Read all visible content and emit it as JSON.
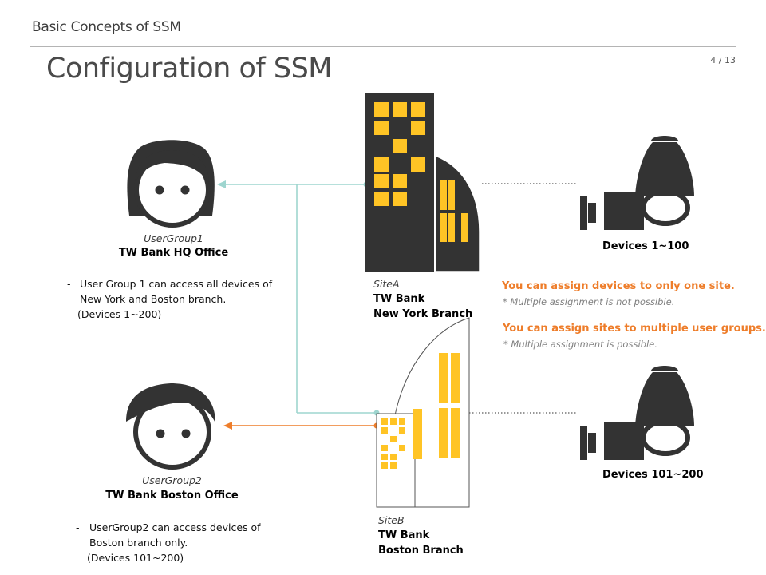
{
  "header": {
    "section": "Basic Concepts of SSM",
    "title": "Configuration of SSM",
    "page": "4 / 13"
  },
  "user_group_1": {
    "group": "UserGroup1",
    "name": "TW Bank HQ Office",
    "desc_line1": "User Group 1 can access all devices of",
    "desc_line2": "New York and Boston branch.",
    "desc_line3": "(Devices 1~200)"
  },
  "user_group_2": {
    "group": "UserGroup2",
    "name": "TW Bank Boston Office",
    "desc_line1": "UserGroup2  can access devices of",
    "desc_line2": "Boston branch  only.",
    "desc_line3": "(Devices 101~200)"
  },
  "site_a": {
    "site": "SiteA",
    "bank": "TW Bank",
    "branch": "New York Branch"
  },
  "site_b": {
    "site": "SiteB",
    "bank": "TW Bank",
    "branch": "Boston Branch"
  },
  "devices_a": {
    "label": "Devices 1~100"
  },
  "devices_b": {
    "label": "Devices 101~200"
  },
  "rules": {
    "rule1": "You can assign devices to only one site.",
    "note1": "* Multiple assignment is not possible.",
    "rule2": "You can assign sites to multiple user groups.",
    "note2": "* Multiple assignment is possible."
  },
  "colors": {
    "teal": "#9ed5cf",
    "orange": "#ee7d2a",
    "building_dark": "#333333",
    "window_yellow": "#ffc425",
    "icon_dark": "#333333"
  },
  "icons": [
    "user-female-icon",
    "user-male-icon",
    "building-icon",
    "building-outline-icon",
    "cctv-camera-icon"
  ]
}
